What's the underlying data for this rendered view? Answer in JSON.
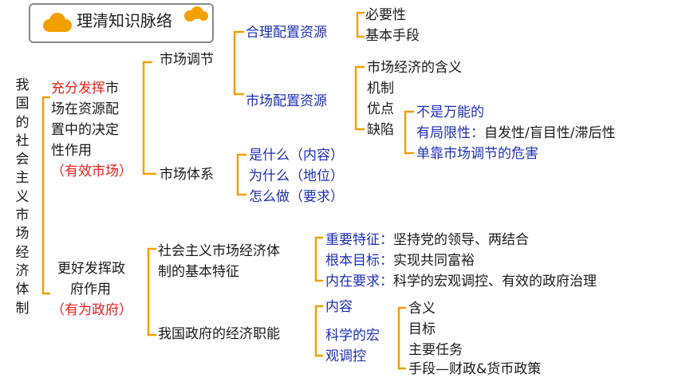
{
  "title": "理清知识脉络",
  "root": "我国的社会主义市场经济体制",
  "branch1": {
    "red_lead": "充分发挥",
    "line1_rest": "市",
    "line2": "场在资源配",
    "line3": "置中的决定",
    "line4": "性作用",
    "tag": "（有效市场）",
    "market_regulation": {
      "label": "市场调节",
      "reasonable": "合理配置资源",
      "reasonable_items": [
        "必要性",
        "基本手段"
      ],
      "allocation": "市场配置资源",
      "allocation_items": [
        "市场经济的含义",
        "机制",
        "优点",
        "缺陷"
      ],
      "defects": {
        "d1": "不是万能的",
        "d2_blue": "有局限性：",
        "d2_black": "自发性/盲目性/滞后性",
        "d3": "单靠市场调节的危害"
      }
    },
    "market_system": {
      "label": "市场体系",
      "items": [
        "是什么（内容）",
        "为什么（地位）",
        "怎么做（要求）"
      ]
    }
  },
  "branch2": {
    "line1": "更好发挥政",
    "line2": "府作用",
    "tag": "（有为政府）",
    "features": {
      "line1": "社会主义市场经济体",
      "line2": "制的基本特征",
      "items": [
        {
          "k": "重要特征：",
          "v": "坚持党的领导、两结合"
        },
        {
          "k": "根本目标：",
          "v": "实现共同富裕"
        },
        {
          "k": "内在要求：",
          "v": "科学的宏观调控、有效的政府治理"
        }
      ]
    },
    "functions": {
      "label": "我国政府的经济职能",
      "content": "内容",
      "macro1": "科学的宏",
      "macro2": "观调控",
      "macro_items": [
        "含义",
        "目标",
        "主要任务",
        "手段—财政&货币政策"
      ]
    }
  },
  "colors": {
    "blue": "#1e2fb5",
    "red": "#e8201c",
    "bracket": "#f2a000"
  }
}
